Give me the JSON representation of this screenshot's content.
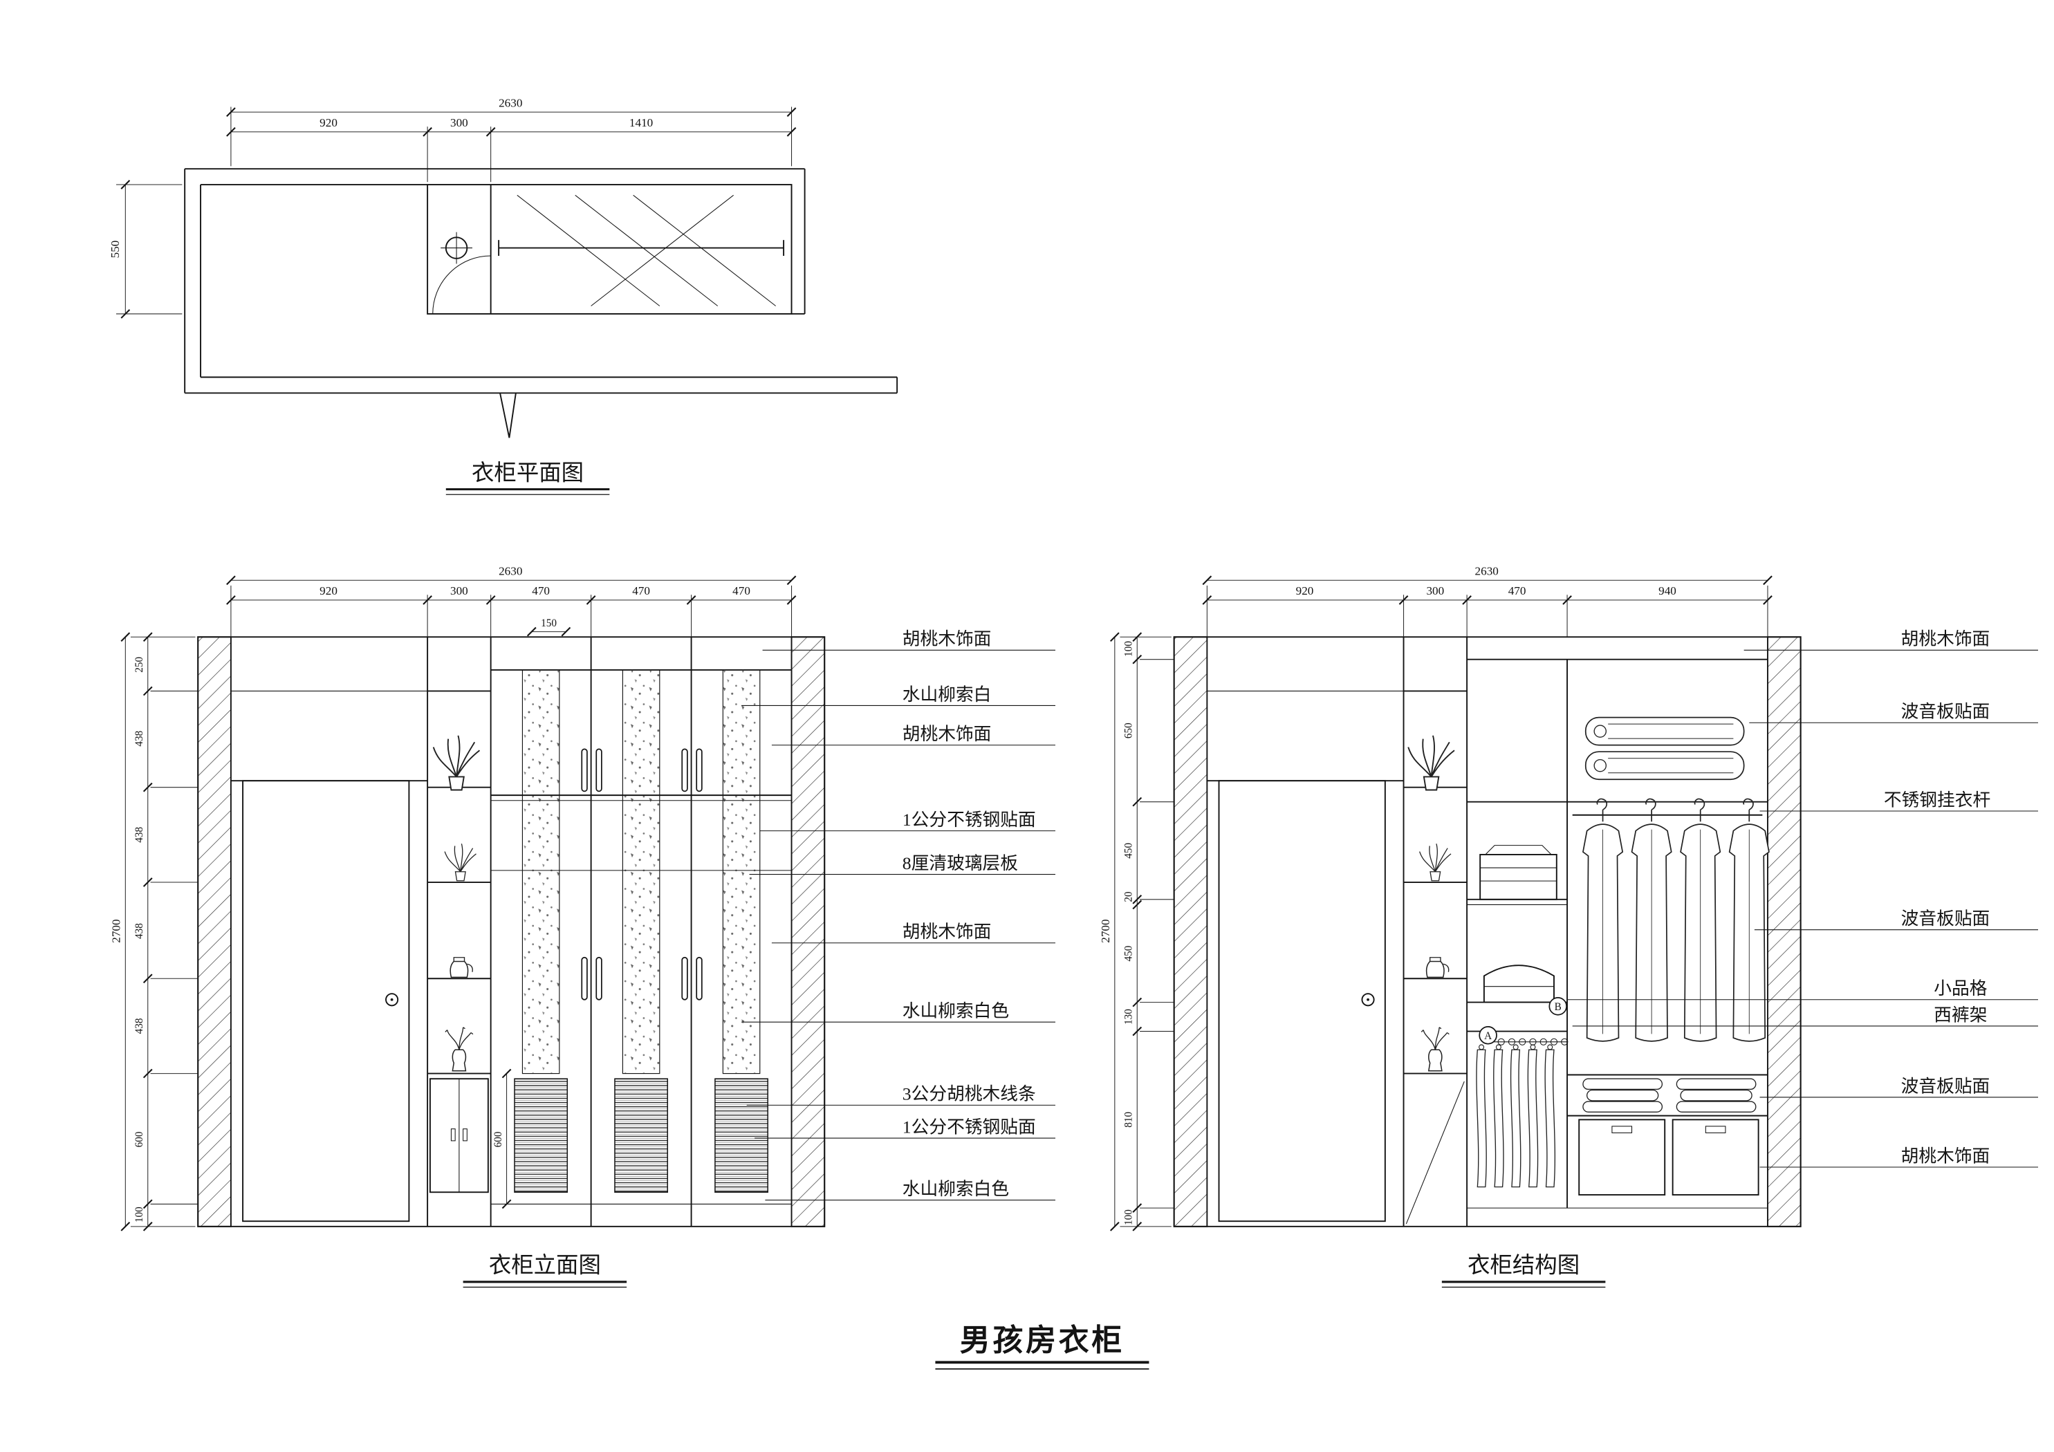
{
  "main_title": "男孩房衣柜",
  "plan": {
    "title": "衣柜平面图",
    "dim_total": "2630",
    "dim_segments": [
      "920",
      "300",
      "1410"
    ],
    "dim_depth": "550"
  },
  "elevation": {
    "title": "衣柜立面图",
    "dim_total": "2630",
    "dim_segments": [
      "920",
      "300",
      "470",
      "470",
      "470"
    ],
    "dim_top_inner": "150",
    "dim_height_total": "2700",
    "dim_height_segments": [
      "250",
      "438",
      "438",
      "438",
      "438",
      "600",
      "100"
    ],
    "dim_bottom_inner": "600",
    "labels": [
      "胡桃木饰面",
      "水山柳索白",
      "胡桃木饰面",
      "1公分不锈钢贴面",
      "8厘清玻璃层板",
      "胡桃木饰面",
      "水山柳索白色",
      "3公分胡桃木线条",
      "1公分不锈钢贴面",
      "水山柳索白色"
    ]
  },
  "structure": {
    "title": "衣柜结构图",
    "dim_total": "2630",
    "dim_segments": [
      "920",
      "300",
      "470",
      "940"
    ],
    "dim_height_total": "2700",
    "dim_height_segments": [
      "100",
      "650",
      "450",
      "20",
      "450",
      "130",
      "810",
      "100"
    ],
    "labels": [
      "胡桃木饰面",
      "波音板贴面",
      "不锈钢挂衣杆",
      "波音板贴面",
      "小品格",
      "西裤架",
      "波音板贴面",
      "胡桃木饰面"
    ],
    "marker_a": "A",
    "marker_b": "B"
  }
}
